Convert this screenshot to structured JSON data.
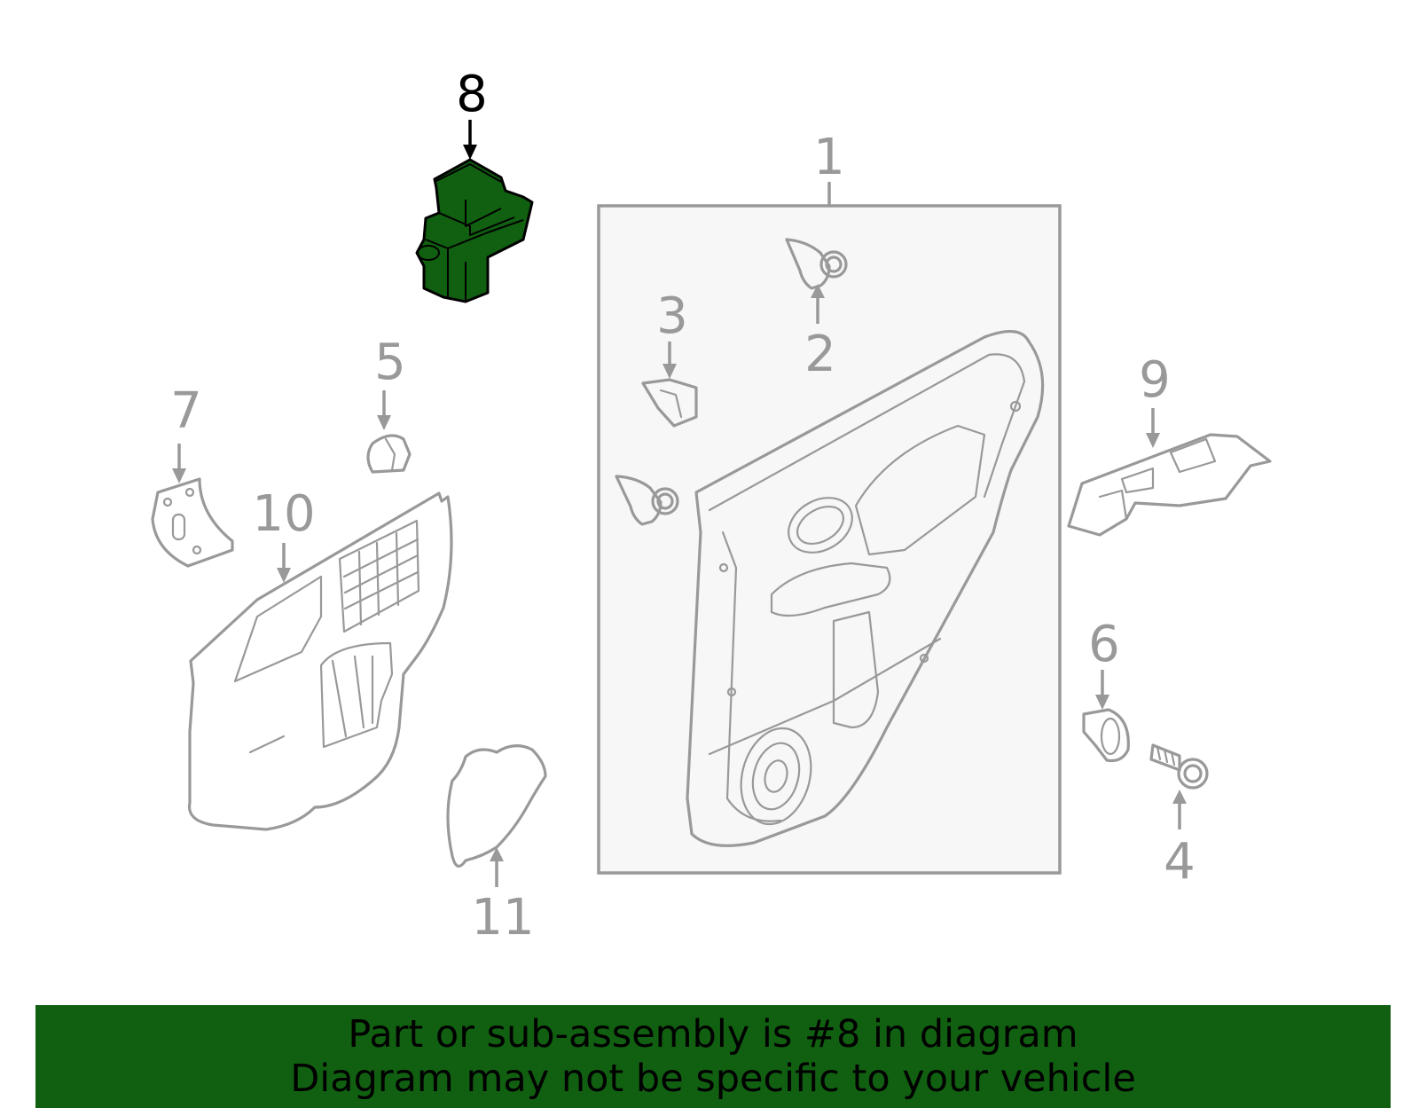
{
  "callouts": [
    {
      "number": "1"
    },
    {
      "number": "2"
    },
    {
      "number": "3"
    },
    {
      "number": "4"
    },
    {
      "number": "5"
    },
    {
      "number": "6"
    },
    {
      "number": "7"
    },
    {
      "number": "8"
    },
    {
      "number": "9"
    },
    {
      "number": "10"
    },
    {
      "number": "11"
    }
  ],
  "highlighted_part": "8",
  "colors": {
    "highlight_fill": "#116011",
    "outline_gray": "#999999",
    "box_fill": "#f7f7f7"
  },
  "banner": {
    "line1": "Part or sub-assembly is #8 in diagram",
    "line2": "Diagram may not be specific to your vehicle"
  }
}
